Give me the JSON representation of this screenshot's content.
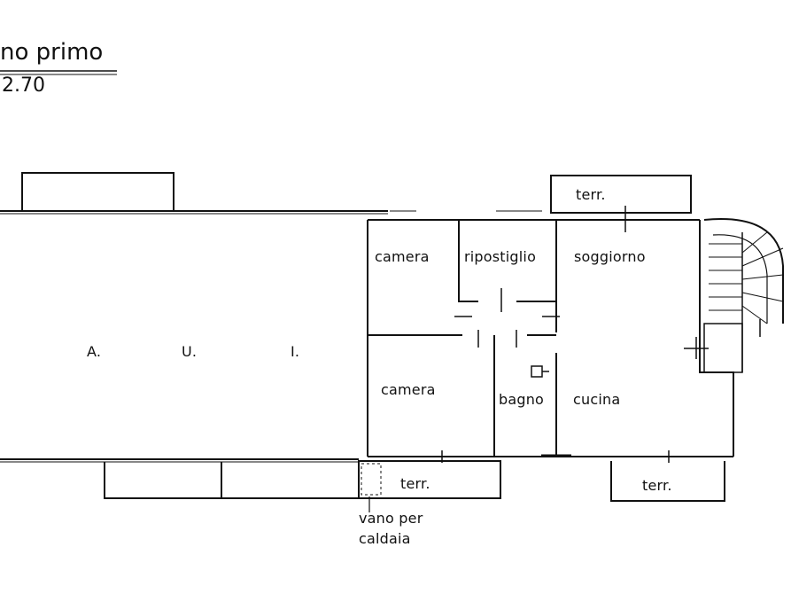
{
  "title": {
    "text": "no primo",
    "height": "2.70"
  },
  "rooms": {
    "camera_top": "camera",
    "ripostiglio": "ripostiglio",
    "soggiorno": "soggiorno",
    "camera_bottom": "camera",
    "bagno": "bagno",
    "cucina": "cucina"
  },
  "aui": {
    "a": "A.",
    "u": "U.",
    "i": "I."
  },
  "terraces": {
    "top_right": "terr.",
    "bottom_middle": "terr.",
    "bottom_right": "terr."
  },
  "vano": {
    "line1": "vano per",
    "line2": "caldaia"
  }
}
